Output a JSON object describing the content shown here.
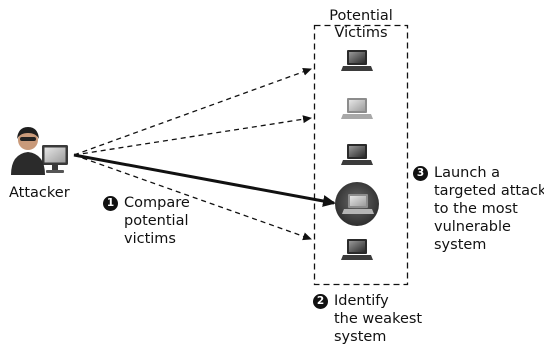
{
  "attacker": {
    "label": "Attacker"
  },
  "victims": {
    "title_line1": "Potential",
    "title_line2": "Victims"
  },
  "steps": [
    {
      "number": "1",
      "lines": [
        "Compare",
        "potential",
        "victims"
      ]
    },
    {
      "number": "2",
      "lines": [
        "Identify",
        "the weakest",
        "system"
      ]
    },
    {
      "number": "3",
      "lines": [
        "Launch a",
        "targeted attack",
        "to the most",
        "vulnerable",
        "system"
      ]
    }
  ]
}
